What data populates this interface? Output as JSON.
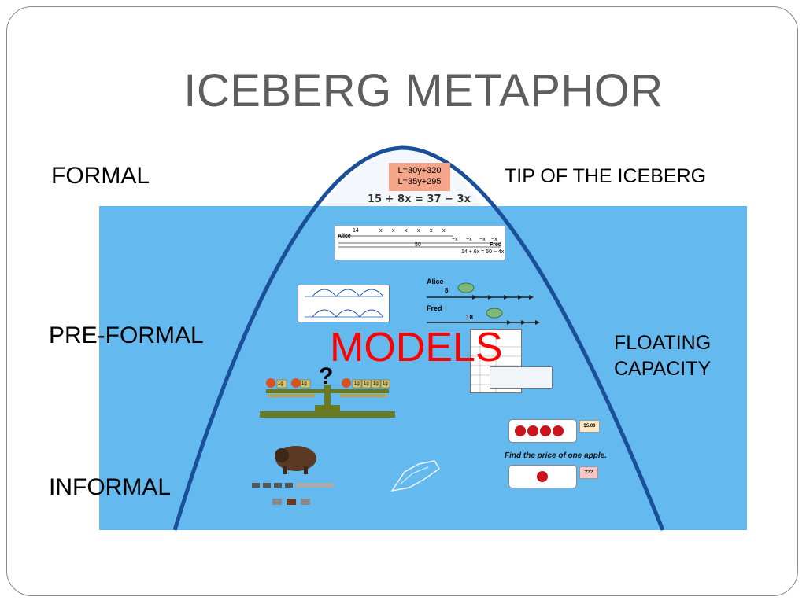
{
  "title": "ICEBERG METAPHOR",
  "levels": {
    "formal": "FORMAL",
    "pre_formal": "PRE-FORMAL",
    "informal": "INFORMAL"
  },
  "annotations": {
    "tip": "TIP OF THE ICEBERG",
    "floating_line1": "FLOATING",
    "floating_line2": "CAPACITY",
    "models": "MODELS"
  },
  "formal_content": {
    "box_line1": "L=30y+320",
    "box_line2": "L=35y+295",
    "equation": "15 + 8x = 37 − 3x"
  },
  "tape_diagram": {
    "alice": "Alice",
    "fred": "Fred",
    "n14": "14",
    "n50": "50",
    "x": "x",
    "minus_x": "−x",
    "equation": "14 + 6x = 50 − 4x"
  },
  "number_lines": {
    "alice": "Alice",
    "alice_value": "8",
    "fred": "Fred",
    "fred_value": "18"
  },
  "balance": {
    "question": "?",
    "weight": "1g"
  },
  "apples": {
    "price": "$5.00",
    "prompt": "Find the price of one apple.",
    "unknown": "???"
  },
  "colors": {
    "water": "#64b9ef",
    "iceberg_outline": "#1a4f9a",
    "models": "#ff0000",
    "title": "#5e5e5e"
  }
}
